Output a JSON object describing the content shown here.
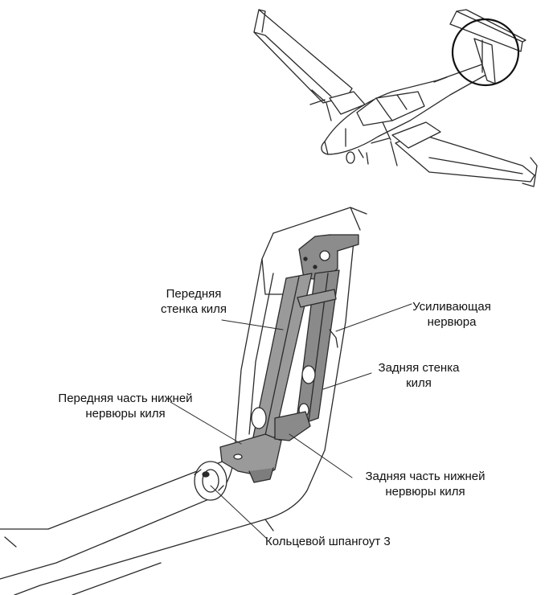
{
  "labels": {
    "front_spar": [
      "Передняя",
      "стенка киля"
    ],
    "reinforcing_rib": [
      "Усиливающая",
      "нервюра"
    ],
    "rear_spar": [
      "Задняя стенка",
      "киля"
    ],
    "front_lower_rib": [
      "Передняя часть нижней",
      "нервюры киля"
    ],
    "rear_lower_rib": [
      "Задняя часть нижней",
      "нервюры киля"
    ],
    "ring_frame": "Кольцевой шпангоут 3"
  },
  "colors": {
    "line": "#2a2a2a",
    "part_fill": "#9a9a9a",
    "part_fill_dark": "#7d7d7d",
    "background": "#ffffff"
  }
}
